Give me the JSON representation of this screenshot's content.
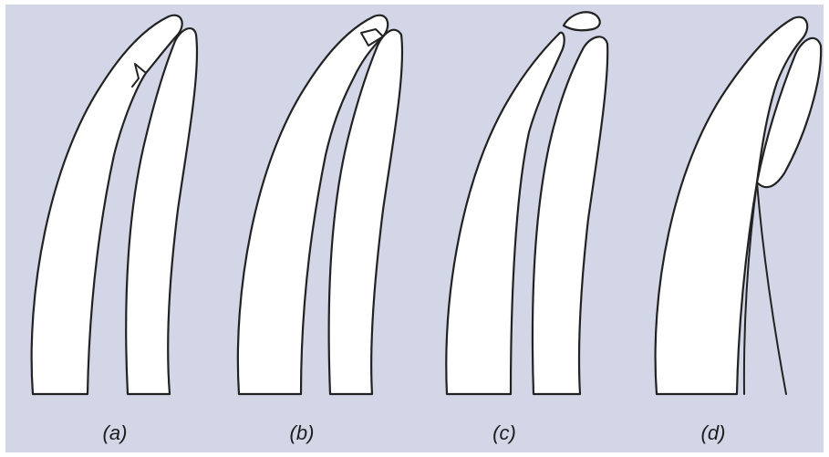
{
  "figure": {
    "panels": [
      {
        "id": "a",
        "label": "(a)"
      },
      {
        "id": "b",
        "label": "(b)"
      },
      {
        "id": "c",
        "label": "(c)"
      },
      {
        "id": "d",
        "label": "(d)"
      }
    ]
  },
  "colors": {
    "background": "#d3d6e6",
    "fill": "#ffffff",
    "stroke": "#222222"
  }
}
